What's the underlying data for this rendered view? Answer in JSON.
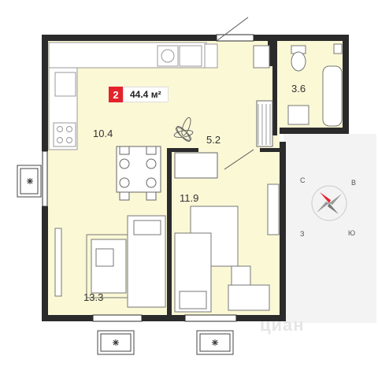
{
  "badge": {
    "rooms": "2",
    "area": "44.4 м²"
  },
  "rooms": {
    "kitchen": "10.4",
    "hall": "5.2",
    "bathroom": "3.6",
    "bedroom": "11.9",
    "living": "13.3"
  },
  "compass": {
    "north": "С",
    "east": "В",
    "south": "Ю",
    "west": "З"
  },
  "watermark": "циан",
  "colors": {
    "floor": "#fbf8d6",
    "wall": "#2b2b2b",
    "compass_accent": "#e3232c"
  }
}
